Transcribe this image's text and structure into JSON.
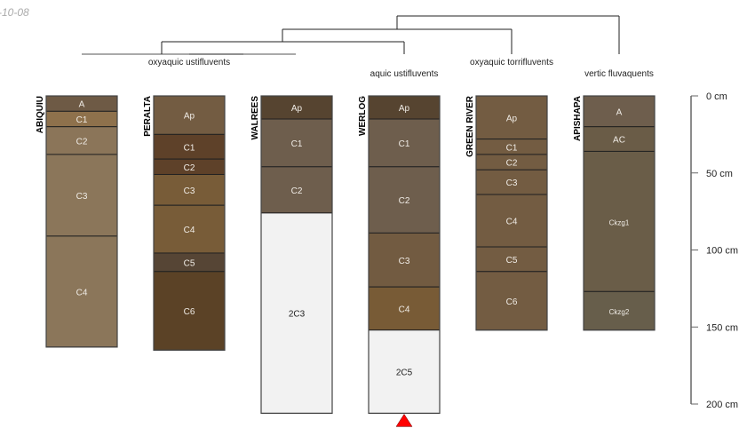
{
  "date_fragment": "-10-08",
  "depth_axis": {
    "unit": "cm",
    "ticks": [
      0,
      50,
      100,
      150,
      200
    ],
    "labels": [
      "0 cm",
      "50 cm",
      "100 cm",
      "150 cm",
      "200 cm"
    ]
  },
  "taxa": [
    "oxyaquic ustifluvents",
    "aquic ustifluvents",
    "oxyaquic torrifluvents",
    "vertic fluvaquents"
  ],
  "profiles": [
    {
      "name": "ABIQUIU",
      "depths": [
        0,
        10,
        20,
        38,
        91,
        163
      ],
      "horizons": [
        {
          "name": "A",
          "color": "#6e5a45"
        },
        {
          "name": "C1",
          "color": "#8e714c"
        },
        {
          "name": "C2",
          "color": "#8b7559"
        },
        {
          "name": "C3",
          "color": "#8b765a"
        },
        {
          "name": "C4",
          "color": "#8b765a"
        }
      ]
    },
    {
      "name": "PERALTA",
      "depths": [
        0,
        25,
        41,
        51,
        71,
        102,
        114,
        165
      ],
      "horizons": [
        {
          "name": "Ap",
          "color": "#735c42"
        },
        {
          "name": "C1",
          "color": "#5e4129"
        },
        {
          "name": "C2",
          "color": "#5e4129"
        },
        {
          "name": "C3",
          "color": "#785c38"
        },
        {
          "name": "C4",
          "color": "#785c38"
        },
        {
          "name": "C5",
          "color": "#564535"
        },
        {
          "name": "C6",
          "color": "#5b4226"
        }
      ]
    },
    {
      "name": "WALREES",
      "depths": [
        0,
        15,
        46,
        76,
        206
      ],
      "horizons": [
        {
          "name": "Ap",
          "color": "#564430"
        },
        {
          "name": "C1",
          "color": "#6e5e4d"
        },
        {
          "name": "C2",
          "color": "#6e5e4d"
        },
        {
          "name": "2C3",
          "color": "#f2f2f2"
        }
      ]
    },
    {
      "name": "WERLOG",
      "depths": [
        0,
        15,
        46,
        89,
        124,
        152,
        206
      ],
      "truncated": true,
      "horizons": [
        {
          "name": "Ap",
          "color": "#564430"
        },
        {
          "name": "C1",
          "color": "#6e5e4d"
        },
        {
          "name": "C2",
          "color": "#6e5e4d"
        },
        {
          "name": "C3",
          "color": "#725b41"
        },
        {
          "name": "C4",
          "color": "#785b36"
        },
        {
          "name": "2C5",
          "color": "#f2f2f2"
        }
      ]
    },
    {
      "name": "GREEN RIVER",
      "depths": [
        0,
        28,
        38,
        48,
        64,
        98,
        114,
        152
      ],
      "horizons": [
        {
          "name": "Ap",
          "color": "#735c42"
        },
        {
          "name": "C1",
          "color": "#735c42"
        },
        {
          "name": "C2",
          "color": "#735c42"
        },
        {
          "name": "C3",
          "color": "#735c42"
        },
        {
          "name": "C4",
          "color": "#735c42"
        },
        {
          "name": "C5",
          "color": "#735c42"
        },
        {
          "name": "C6",
          "color": "#735c42"
        }
      ]
    },
    {
      "name": "APISHAPA",
      "depths": [
        0,
        20,
        36,
        127,
        152
      ],
      "horizons": [
        {
          "name": "A",
          "color": "#6e5e4d"
        },
        {
          "name": "AC",
          "color": "#6a5c47"
        },
        {
          "name": "Ckzg1",
          "color": "#6a5d48"
        },
        {
          "name": "Ckzg2",
          "color": "#675e4b"
        }
      ]
    }
  ],
  "colors": {
    "truncation_marker": "#ff0000",
    "dendrogram": "#000000"
  }
}
